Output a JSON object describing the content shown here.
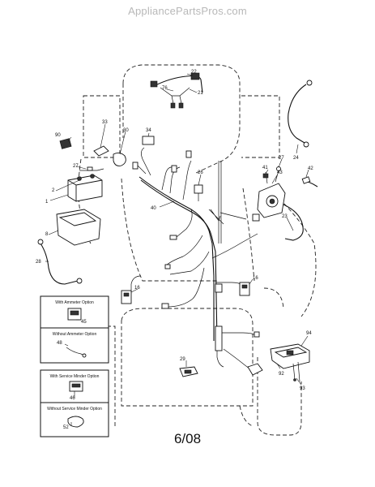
{
  "header": {
    "site": "AppliancePartsPros.com"
  },
  "footer": {
    "date_code": "6/08"
  },
  "callouts": {
    "c1": "1",
    "c2": "2",
    "c8": "8",
    "c16a": "16",
    "c16b": "16",
    "c21": "21",
    "c22": "22",
    "c23": "23",
    "c24": "24",
    "c26": "26",
    "c27a": "27",
    "c27b": "27",
    "c28": "28",
    "c29": "29",
    "c30": "30",
    "c33": "33",
    "c34": "34",
    "c40": "40",
    "c41": "41",
    "c42": "42",
    "c43": "43",
    "c45": "45",
    "c46": "46",
    "c48": "48",
    "c52": "52",
    "c76": "76",
    "c90": "90",
    "c92": "92",
    "c93": "93",
    "c94": "94"
  },
  "options": {
    "with_ammeter": "With Ammeter Option",
    "without_ammeter": "Without Ammeter Option",
    "with_service_minder": "With Service Minder Option",
    "without_service_minder": "Without Service Minder Option"
  }
}
